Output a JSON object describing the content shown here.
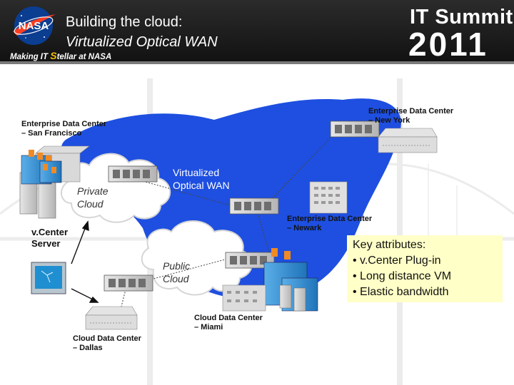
{
  "header": {
    "title_line1": "Building the cloud:",
    "title_line2": "Virtualized Optical WAN",
    "tagline_pre": "Making IT ",
    "tagline_accent": "S",
    "tagline_post": "tellar at NASA",
    "logo_text": "NASA",
    "summit_title": "IT Summit",
    "summit_year": "2011"
  },
  "diagram": {
    "sf_label": "Enterprise Data Center\n– San Francisco",
    "ny_label": "Enterprise Data Center\n– New York",
    "newark_label": "Enterprise Data Center\n– Newark",
    "miami_label": "Cloud Data Center\n– Miami",
    "dallas_label": "Cloud Data Center\n– Dallas",
    "private_cloud_label": "Private\nCloud",
    "public_cloud_label": "Public\nCloud",
    "wan_label": "Virtualized\nOptical WAN",
    "vcenter_label": "v.Center\nServer"
  },
  "key_attributes": {
    "title": "Key attributes:",
    "items": [
      "v.Center Plug-in",
      "Long distance VM",
      "Elastic bandwidth"
    ]
  },
  "colors": {
    "wan_blue": "#1e4fe0",
    "header_bg": "#1a1a1a",
    "key_bg": "#ffffc8",
    "server_accent": "#3a9ad9"
  }
}
